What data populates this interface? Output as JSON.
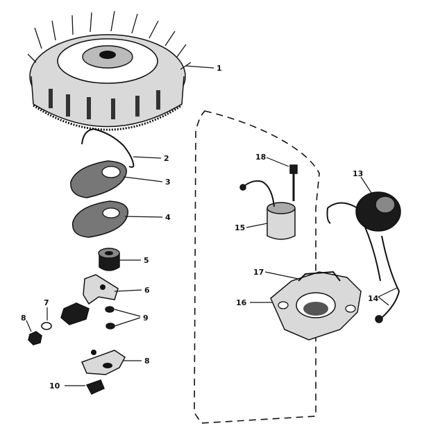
{
  "callouts": [
    {
      "id": "1",
      "label": "1"
    },
    {
      "id": "2",
      "label": "2"
    },
    {
      "id": "3",
      "label": "3"
    },
    {
      "id": "4",
      "label": "4"
    },
    {
      "id": "5",
      "label": "5"
    },
    {
      "id": "6",
      "label": "6"
    },
    {
      "id": "7",
      "label": "7"
    },
    {
      "id": "8",
      "label": "8"
    },
    {
      "id": "9",
      "label": "9"
    },
    {
      "id": "10",
      "label": "10"
    },
    {
      "id": "13",
      "label": "13"
    },
    {
      "id": "14",
      "label": "14"
    },
    {
      "id": "15",
      "label": "15"
    },
    {
      "id": "16",
      "label": "16"
    },
    {
      "id": "17",
      "label": "17"
    },
    {
      "id": "18",
      "label": "18"
    }
  ],
  "colors": {
    "ink": "#111111",
    "paper": "#ffffff"
  }
}
